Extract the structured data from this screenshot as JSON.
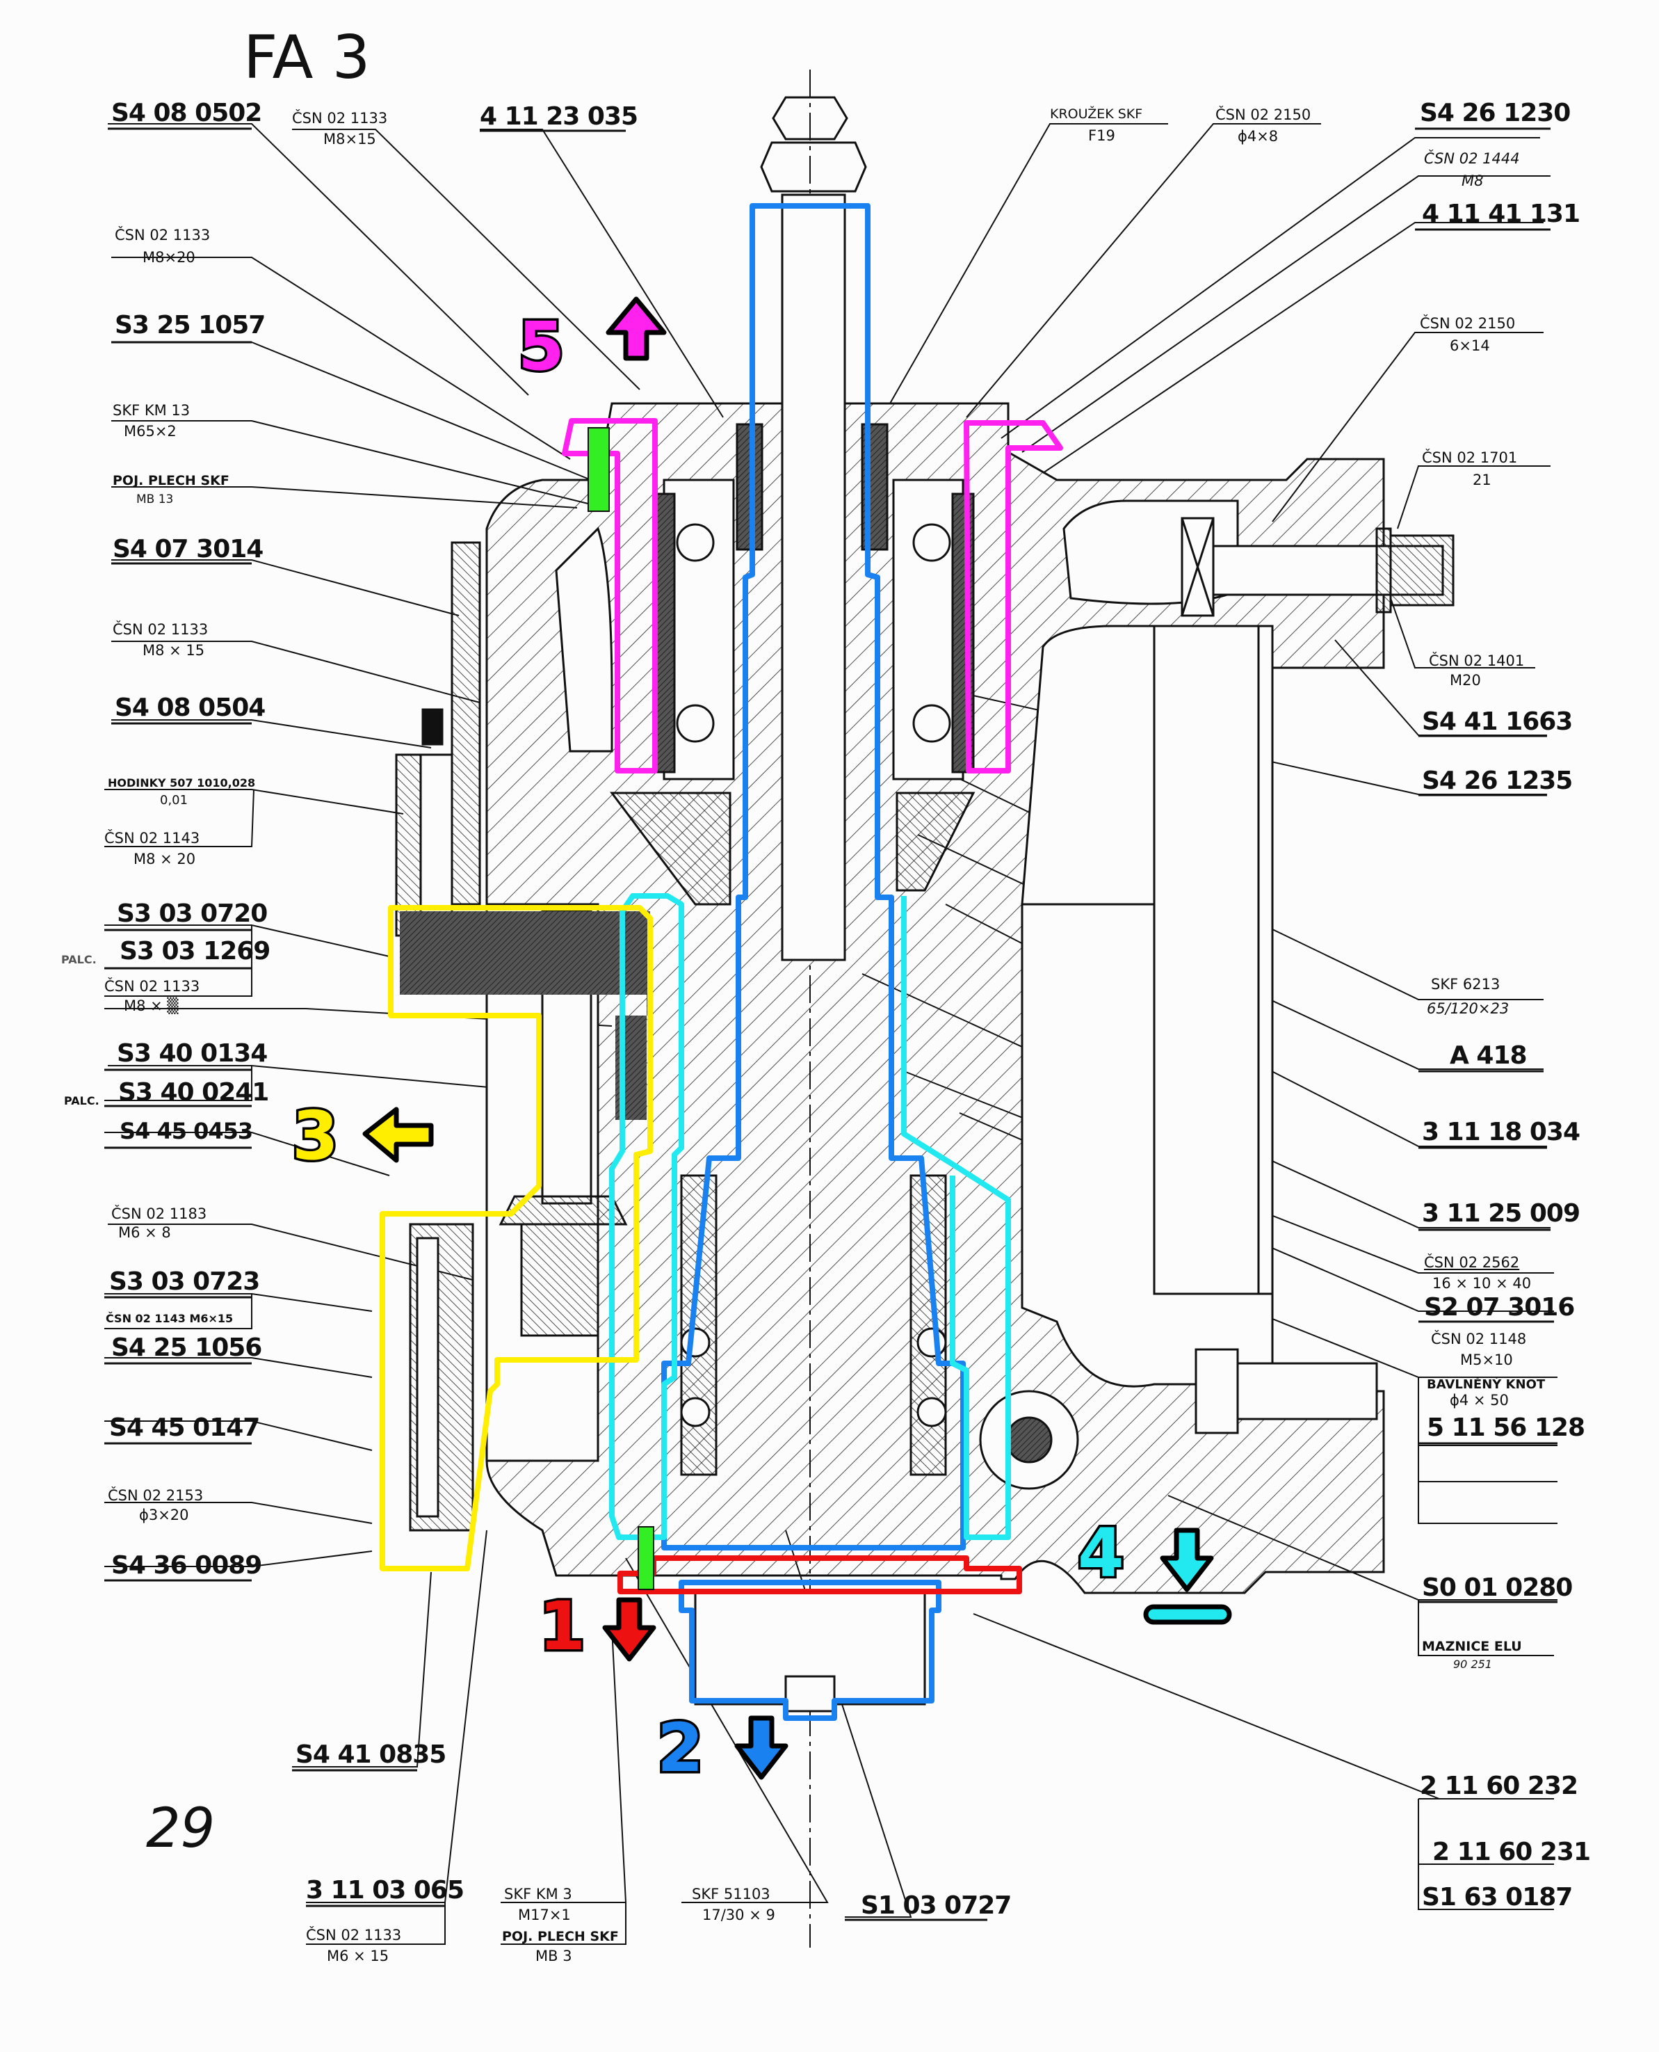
{
  "sheet": {
    "title": "FA 3",
    "page_number": "29"
  },
  "colors": {
    "spindle_blue": "#1a82f0",
    "housing_cyan": "#22e8f0",
    "quill_magenta": "#ff22ee",
    "gear_yellow": "#ffee00",
    "nut_red": "#ee1111",
    "screw_green": "#33ee22"
  },
  "markers": [
    {
      "number": "1",
      "direction": "down",
      "color": "#ee1111",
      "part": "red lock ring"
    },
    {
      "number": "2",
      "direction": "down",
      "color": "#1a82f0",
      "part": "blue spindle"
    },
    {
      "number": "3",
      "direction": "left",
      "color": "#ffee00",
      "part": "yellow gear/feed assembly"
    },
    {
      "number": "4",
      "direction": "down-to-line",
      "color": "#22e8f0",
      "part": "cyan sleeve"
    },
    {
      "number": "5",
      "direction": "up",
      "color": "#ff22ee",
      "part": "magenta bearing sleeve"
    }
  ],
  "left_labels": [
    {
      "code": "S4 08 0502",
      "style": "big"
    },
    {
      "code": "ČSN 02 1133",
      "spec": "M8×15"
    },
    {
      "code": "4 11 23 035",
      "style": "big"
    },
    {
      "code": "ČSN 02 1133",
      "spec": "M8×20"
    },
    {
      "code": "S3 25 1057",
      "style": "big"
    },
    {
      "code": "SKF  KM 13",
      "spec": "M65×2"
    },
    {
      "code": "POJ. PLECH  SKF",
      "spec": "MB 13"
    },
    {
      "code": "S4 07 3014",
      "style": "big"
    },
    {
      "code": "ČSN 02 1133",
      "spec": "M8 × 15"
    },
    {
      "code": "S4 08 0504",
      "style": "big"
    },
    {
      "code": "HODINKY 507 1010,028",
      "spec": "0,01"
    },
    {
      "code": "ČSN 02 1143",
      "spec": "M8 × 20"
    },
    {
      "code": "S3 03 0720",
      "style": "big"
    },
    {
      "code": "S3 03 1269",
      "prefix": "PALC.",
      "style": "big"
    },
    {
      "code": "ČSN 02 1133",
      "spec": "M8 × ▒"
    },
    {
      "code": "S3 40 0134",
      "style": "big"
    },
    {
      "code": "S3 40 0241",
      "prefix": "PALC.",
      "style": "big"
    },
    {
      "code": "S4 45 0453",
      "style": "big"
    },
    {
      "code": "ČSN 02 1183",
      "spec": "M6 × 8"
    },
    {
      "code": "S3 03 0723",
      "style": "big"
    },
    {
      "code": "ČSN 02 1143   M6×15"
    },
    {
      "code": "S4 25 1056",
      "style": "big"
    },
    {
      "code": "S4 45 0147",
      "style": "big"
    },
    {
      "code": "ČSN 02 2153",
      "spec": "ϕ3×20"
    },
    {
      "code": "S4 36 0089",
      "style": "big"
    }
  ],
  "right_labels": [
    {
      "code": "KROUŽEK  SKF",
      "spec": "F19"
    },
    {
      "code": "ČSN 02 2150",
      "spec": "ϕ4×8"
    },
    {
      "code": "S4 26 1230",
      "style": "big"
    },
    {
      "code": "ČSN  02  1444",
      "spec": "M8"
    },
    {
      "code": "4 11 41 131",
      "style": "big"
    },
    {
      "code": "ČSN 02 2150",
      "spec": "6×14"
    },
    {
      "code": "ČSN 02 1701",
      "spec": "21"
    },
    {
      "code": "ČSN 02 1401",
      "spec": "M20"
    },
    {
      "code": "S4 41 1663",
      "style": "big"
    },
    {
      "code": "S4 26 1235",
      "style": "big"
    },
    {
      "code": "SKF 6213",
      "spec": "65/120×23"
    },
    {
      "code": "A 418",
      "style": "big"
    },
    {
      "code": "3 11 18 034",
      "style": "big"
    },
    {
      "code": "3 11 25 009",
      "style": "big"
    },
    {
      "code": "ČSN 02 2562",
      "spec": "16 × 10 × 40"
    },
    {
      "code": "S2 07 3016",
      "style": "big"
    },
    {
      "code": "ČSN  02  1148",
      "spec": "M5×10"
    },
    {
      "code": "BAVLNĚNÝ  KNOT",
      "spec": "ϕ4 × 50"
    },
    {
      "code": "5 11 56 128",
      "style": "big"
    },
    {
      "code": "S0 01 0280",
      "style": "big"
    },
    {
      "code": "MAZNICE  ELU",
      "spec": "90 251"
    }
  ],
  "bottom_labels": [
    {
      "code": "S4 41 0835",
      "style": "big"
    },
    {
      "code": "3 11 03 065",
      "style": "big"
    },
    {
      "code": "ČSN 02 1133",
      "spec": "M6 × 15"
    },
    {
      "code": "SKF  KM 3",
      "spec": "M17×1"
    },
    {
      "code": "POJ. PLECH SKF",
      "spec": "MB 3"
    },
    {
      "code": "SKF  51103",
      "spec": "17/30 × 9"
    },
    {
      "code": "S1 03 0727",
      "style": "big"
    },
    {
      "code": "2 11 60 232",
      "style": "big"
    },
    {
      "code": "2 11 60 231",
      "style": "big"
    },
    {
      "code": "S1 63 0187",
      "style": "big"
    }
  ]
}
